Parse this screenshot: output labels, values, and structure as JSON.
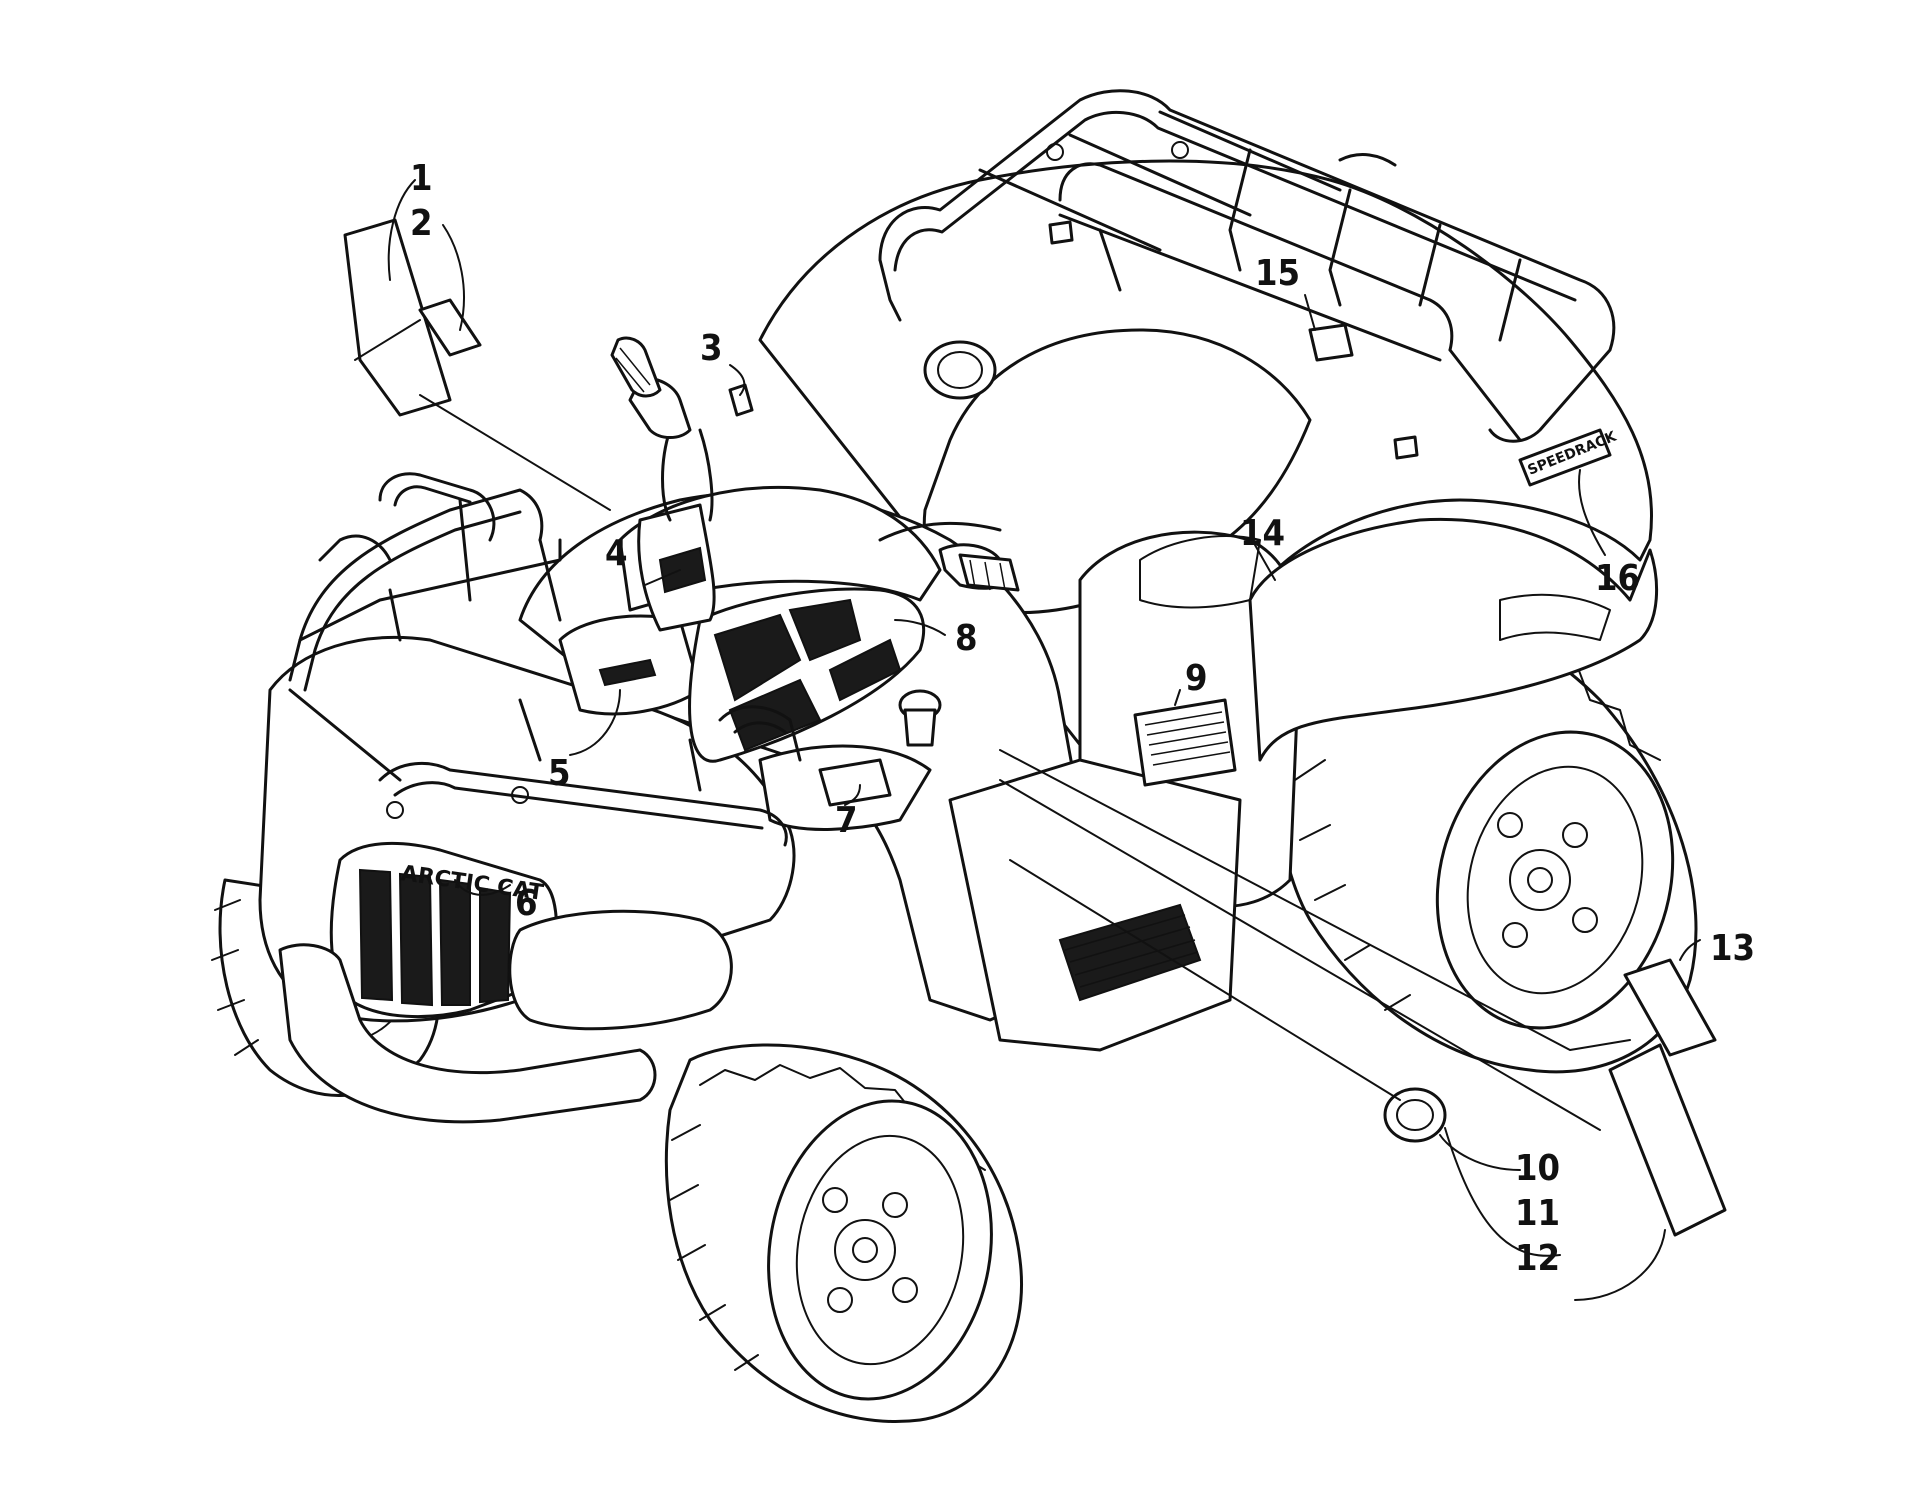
{
  "diagram": {
    "callouts": [
      "1",
      "2",
      "3",
      "4",
      "5",
      "6",
      "7",
      "8",
      "9",
      "10",
      "11",
      "12",
      "13",
      "14",
      "15",
      "16"
    ],
    "decal_text": {
      "grille_brand": "ARCTIC CAT",
      "rack_brand": "SPEEDRACK"
    },
    "colors": {
      "line": "#111111",
      "background": "#ffffff"
    }
  }
}
